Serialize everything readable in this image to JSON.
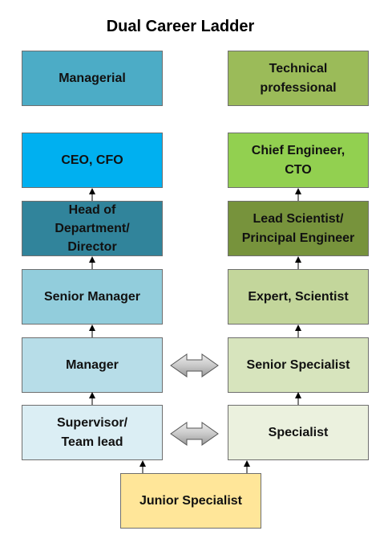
{
  "title": "Dual Career Ladder",
  "managerial": {
    "header": "Managerial",
    "levels": [
      "CEO, CFO",
      "Head of\nDepartment/\nDirector",
      "Senior Manager",
      "Manager",
      "Supervisor/\nTeam lead"
    ]
  },
  "technical": {
    "header": "Technical\nprofessional",
    "levels": [
      "Chief Engineer,\nCTO",
      "Lead Scientist/\nPrincipal Engineer",
      "Expert, Scientist",
      "Senior Specialist",
      "Specialist"
    ]
  },
  "entry": "Junior Specialist",
  "colors": {
    "managerial_header": "#4cacc6",
    "ceo": "#00b0f0",
    "head": "#31849b",
    "senior_manager": "#92cddc",
    "manager": "#b7dde8",
    "supervisor": "#dbeef4",
    "technical_header": "#9bbb59",
    "chief": "#92d050",
    "lead": "#77933c",
    "expert": "#c3d69b",
    "senior_specialist": "#d7e4bd",
    "specialist": "#ebf1de",
    "junior": "#ffe699"
  }
}
